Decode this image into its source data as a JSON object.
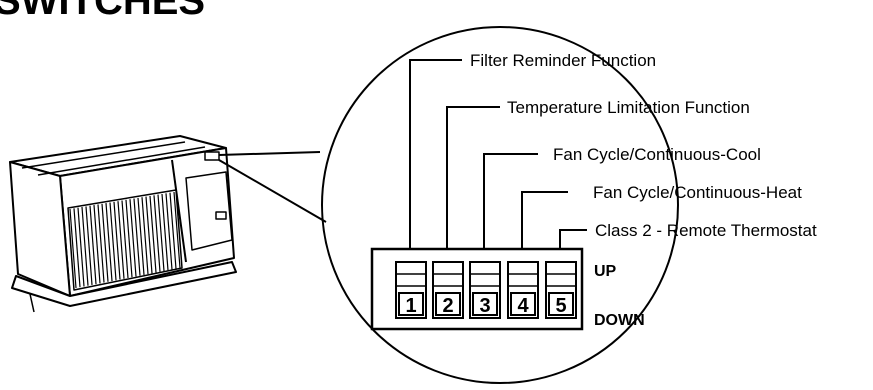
{
  "title": "SWITCHES",
  "callouts": [
    {
      "label": "Filter Reminder Function"
    },
    {
      "label": "Temperature Limitation Function"
    },
    {
      "label": "Fan Cycle/Continuous-Cool"
    },
    {
      "label": "Fan Cycle/Continuous-Heat"
    },
    {
      "label": "Class 2 - Remote Thermostat"
    }
  ],
  "switches": [
    {
      "number": "1"
    },
    {
      "number": "2"
    },
    {
      "number": "3"
    },
    {
      "number": "4"
    },
    {
      "number": "5"
    }
  ],
  "positions": {
    "up": "UP",
    "down": "DOWN"
  }
}
